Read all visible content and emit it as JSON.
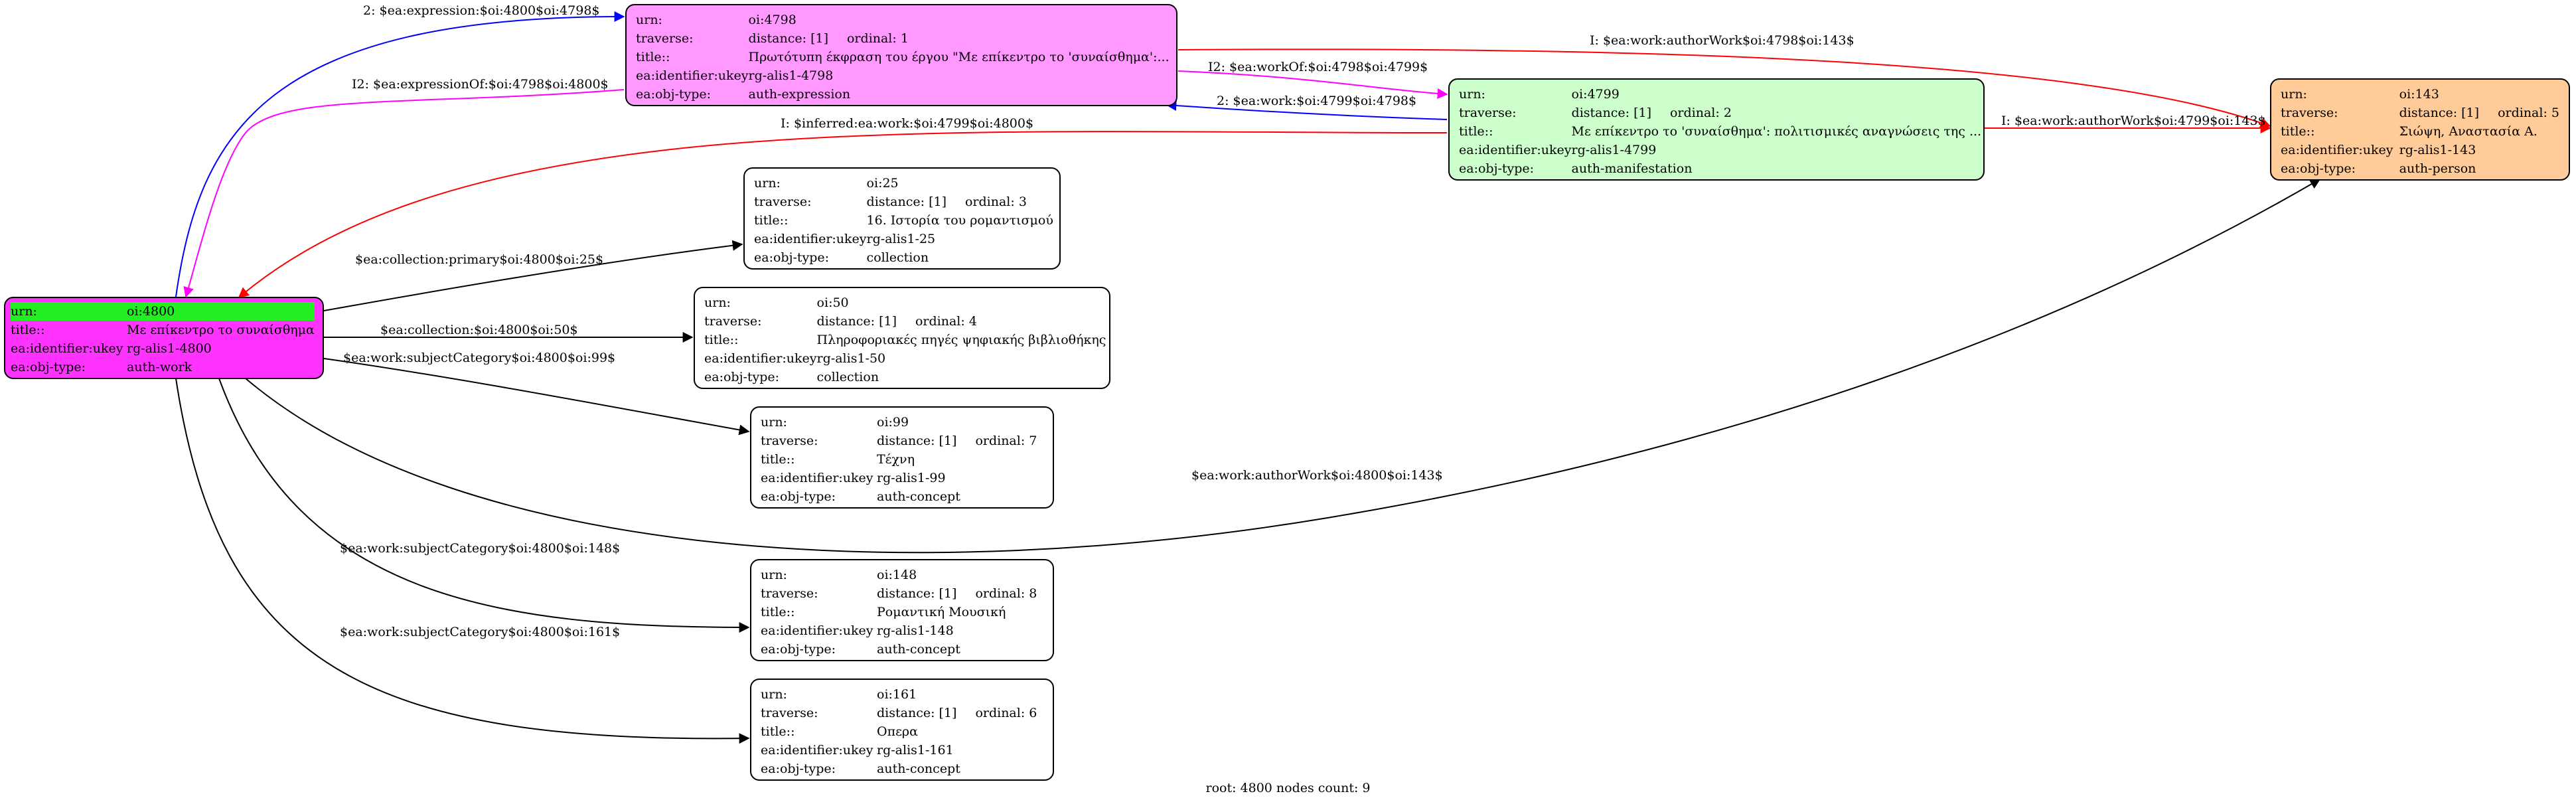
{
  "nodes": {
    "n4800": {
      "urn_key": "urn:",
      "urn": "oi:4800",
      "title_key": "title::",
      "title": "Με επίκεντρο το συναίσθημα",
      "ukey_key": "ea:identifier:ukey",
      "ukey": "rg-alis1-4800",
      "type_key": "ea:obj-type:",
      "type": "auth-work",
      "fill": "#ff33ff",
      "highlight": "#22ee22"
    },
    "n4798": {
      "urn_key": "urn:",
      "urn": "oi:4798",
      "traverse_key": "traverse:",
      "distance": "distance: [1]",
      "ordinal": "ordinal: 1",
      "title_key": "title::",
      "title": "Πρωτότυπη έκφραση του έργου \"Με επίκεντρο το 'συναίσθημα':...",
      "ukey_key": "ea:identifier:ukey",
      "ukey": "rg-alis1-4798",
      "type_key": "ea:obj-type:",
      "type": "auth-expression",
      "fill": "#ff99ff"
    },
    "n4799": {
      "urn_key": "urn:",
      "urn": "oi:4799",
      "traverse_key": "traverse:",
      "distance": "distance: [1]",
      "ordinal": "ordinal: 2",
      "title_key": "title::",
      "title": "Με επίκεντρο το 'συναίσθημα': πολιτισμικές αναγνώσεις της ...",
      "ukey_key": "ea:identifier:ukey",
      "ukey": "rg-alis1-4799",
      "type_key": "ea:obj-type:",
      "type": "auth-manifestation",
      "fill": "#ccffcc"
    },
    "n143": {
      "urn_key": "urn:",
      "urn": "oi:143",
      "traverse_key": "traverse:",
      "distance": "distance: [1]",
      "ordinal": "ordinal: 5",
      "title_key": "title::",
      "title": "Σιώψη, Αναστασία Α.",
      "ukey_key": "ea:identifier:ukey",
      "ukey": "rg-alis1-143",
      "type_key": "ea:obj-type:",
      "type": "auth-person",
      "fill": "#ffcc99"
    },
    "n25": {
      "urn_key": "urn:",
      "urn": "oi:25",
      "traverse_key": "traverse:",
      "distance": "distance: [1]",
      "ordinal": "ordinal: 3",
      "title_key": "title::",
      "title": "16. Ιστορία του ρομαντισμού",
      "ukey_key": "ea:identifier:ukey",
      "ukey": "rg-alis1-25",
      "type_key": "ea:obj-type:",
      "type": "collection",
      "fill": "#ffffff"
    },
    "n50": {
      "urn_key": "urn:",
      "urn": "oi:50",
      "traverse_key": "traverse:",
      "distance": "distance: [1]",
      "ordinal": "ordinal: 4",
      "title_key": "title::",
      "title": "Πληροφοριακές πηγές ψηφιακής βιβλιοθήκης",
      "ukey_key": "ea:identifier:ukey",
      "ukey": "rg-alis1-50",
      "type_key": "ea:obj-type:",
      "type": "collection",
      "fill": "#ffffff"
    },
    "n99": {
      "urn_key": "urn:",
      "urn": "oi:99",
      "traverse_key": "traverse:",
      "distance": "distance: [1]",
      "ordinal": "ordinal: 7",
      "title_key": "title::",
      "title": "Τέχνη",
      "ukey_key": "ea:identifier:ukey",
      "ukey": "rg-alis1-99",
      "type_key": "ea:obj-type:",
      "type": "auth-concept",
      "fill": "#ffffff"
    },
    "n148": {
      "urn_key": "urn:",
      "urn": "oi:148",
      "traverse_key": "traverse:",
      "distance": "distance: [1]",
      "ordinal": "ordinal: 8",
      "title_key": "title::",
      "title": "Ρομαντική Μουσική",
      "ukey_key": "ea:identifier:ukey",
      "ukey": "rg-alis1-148",
      "type_key": "ea:obj-type:",
      "type": "auth-concept",
      "fill": "#ffffff"
    },
    "n161": {
      "urn_key": "urn:",
      "urn": "oi:161",
      "traverse_key": "traverse:",
      "distance": "distance: [1]",
      "ordinal": "ordinal: 6",
      "title_key": "title::",
      "title": "Οπερα",
      "ukey_key": "ea:identifier:ukey",
      "ukey": "rg-alis1-161",
      "type_key": "ea:obj-type:",
      "type": "auth-concept",
      "fill": "#ffffff"
    }
  },
  "edges": {
    "e_expression": {
      "label": "2: $ea:expression:$oi:4800$oi:4798$",
      "color": "#0000ff"
    },
    "e_expressionOf": {
      "label": "I2: $ea:expressionOf:$oi:4798$oi:4800$",
      "color": "#ff00ff"
    },
    "e_authorWork_4798": {
      "label": "I: $ea:work:authorWork$oi:4798$oi:143$",
      "color": "#ff0000"
    },
    "e_workOf": {
      "label": "I2: $ea:workOf:$oi:4798$oi:4799$",
      "color": "#ff00ff"
    },
    "e_work": {
      "label": "2: $ea:work:$oi:4799$oi:4798$",
      "color": "#0000ff"
    },
    "e_authorWork_4799": {
      "label": "I: $ea:work:authorWork$oi:4799$oi:143$",
      "color": "#ff0000"
    },
    "e_inferred": {
      "label": "I: $inferred:ea:work:$oi:4799$oi:4800$",
      "color": "#ff0000"
    },
    "e_collection_25": {
      "label": "$ea:collection:primary$oi:4800$oi:25$",
      "color": "#000000"
    },
    "e_collection_50": {
      "label": "$ea:collection:$oi:4800$oi:50$",
      "color": "#000000"
    },
    "e_subject_99": {
      "label": "$ea:work:subjectCategory$oi:4800$oi:99$",
      "color": "#000000"
    },
    "e_authorWork_4800": {
      "label": "$ea:work:authorWork$oi:4800$oi:143$",
      "color": "#000000"
    },
    "e_subject_148": {
      "label": "$ea:work:subjectCategory$oi:4800$oi:148$",
      "color": "#000000"
    },
    "e_subject_161": {
      "label": "$ea:work:subjectCategory$oi:4800$oi:161$",
      "color": "#000000"
    }
  },
  "footer": "root: 4800 nodes count: 9"
}
